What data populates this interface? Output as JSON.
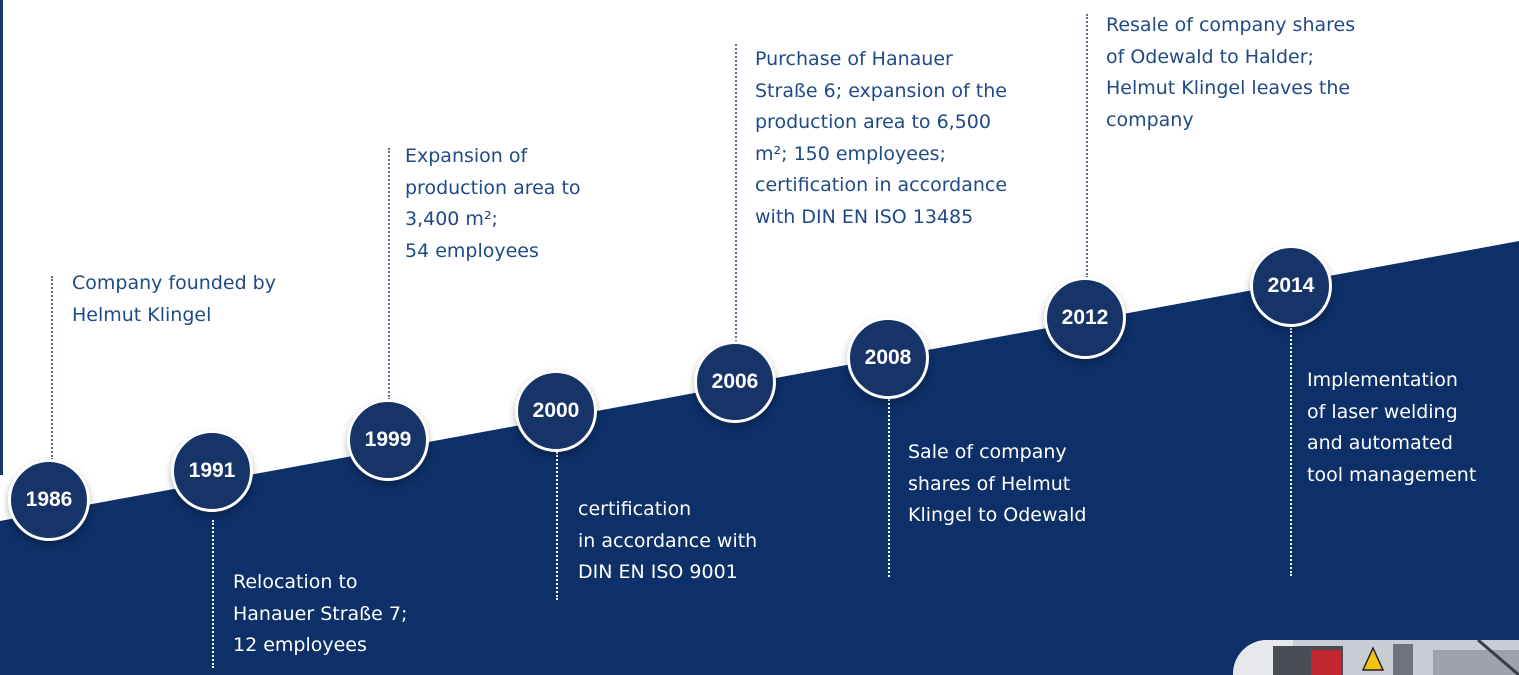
{
  "milestones": [
    {
      "year": "1986",
      "lines": [
        "Company founded by",
        "Helmut Klingel"
      ]
    },
    {
      "year": "1991",
      "lines": [
        "Relocation to",
        "Hanauer Straße 7;",
        "12 employees"
      ]
    },
    {
      "year": "1999",
      "lines": [
        "Expansion of",
        "production area to",
        "3,400 m²;",
        "54 employees"
      ]
    },
    {
      "year": "2000",
      "lines": [
        "certification",
        "in accordance with",
        "DIN EN ISO 9001"
      ]
    },
    {
      "year": "2006",
      "lines": [
        "Purchase of Hanauer",
        "Straße 6; expansion of the",
        "production area to 6,500",
        "m²; 150 employees;",
        "certification in accordance",
        "with DIN EN ISO 13485"
      ]
    },
    {
      "year": "2008",
      "lines": [
        "Sale of company",
        "shares of Helmut",
        "Klingel to Odewald"
      ]
    },
    {
      "year": "2012",
      "lines": [
        "Resale of company shares",
        "of Odewald to Halder;",
        "Helmut Klingel leaves the",
        "company"
      ]
    },
    {
      "year": "2014",
      "lines": [
        "Implementation",
        "of laser welding",
        "and automated",
        "tool management"
      ]
    }
  ],
  "colors": {
    "navy": "#173469",
    "band": "#0d3068",
    "text_on_white": "#1f4a86",
    "text_on_navy": "#ffffff",
    "dotted_line": "#5a6f92"
  },
  "icons": {
    "photo": "laser-welding-machine-photo"
  }
}
